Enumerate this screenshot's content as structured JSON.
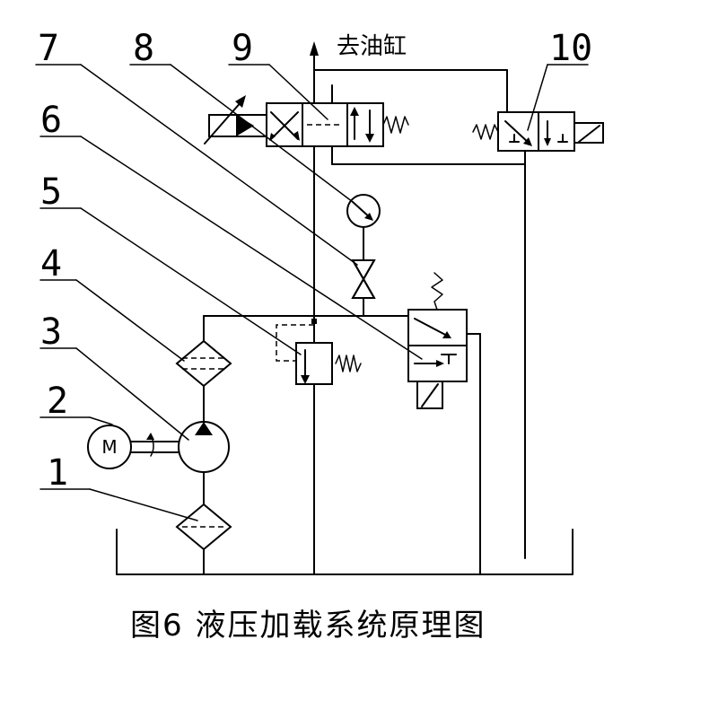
{
  "callouts": [
    "1",
    "2",
    "3",
    "4",
    "5",
    "6",
    "7",
    "8",
    "9",
    "10"
  ],
  "outlet_label": "去油缸",
  "motor_letter": "M",
  "caption": "图6  液压加载系统原理图"
}
